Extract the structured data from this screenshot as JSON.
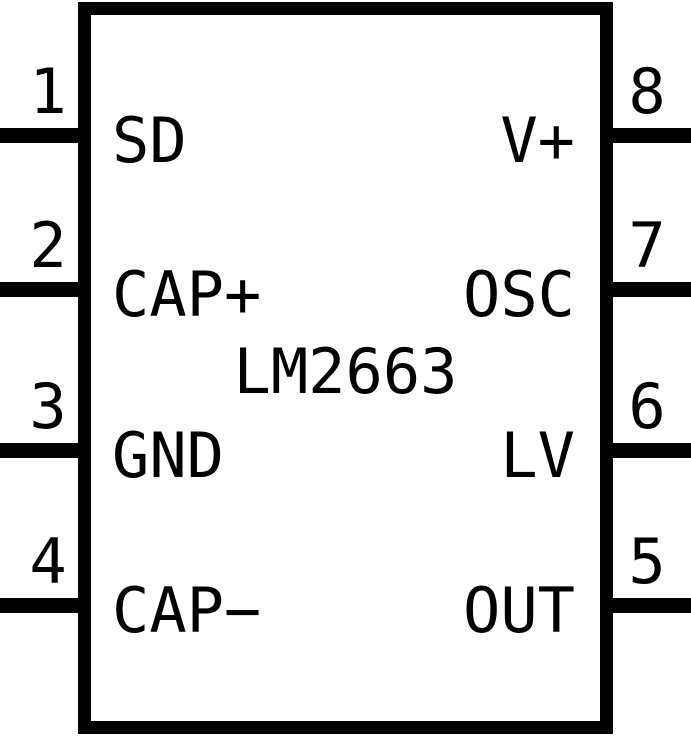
{
  "diagram": {
    "part_number": "LM2663",
    "package": {
      "pin_count": 8,
      "line_color": "#000000",
      "background_color": "#ffffff"
    },
    "pins_left": [
      {
        "number": "1",
        "label": "SD"
      },
      {
        "number": "2",
        "label": "CAP+"
      },
      {
        "number": "3",
        "label": "GND"
      },
      {
        "number": "4",
        "label": "CAP−"
      }
    ],
    "pins_right": [
      {
        "number": "8",
        "label": "V+"
      },
      {
        "number": "7",
        "label": "OSC"
      },
      {
        "number": "6",
        "label": "LV"
      },
      {
        "number": "5",
        "label": "OUT"
      }
    ]
  }
}
